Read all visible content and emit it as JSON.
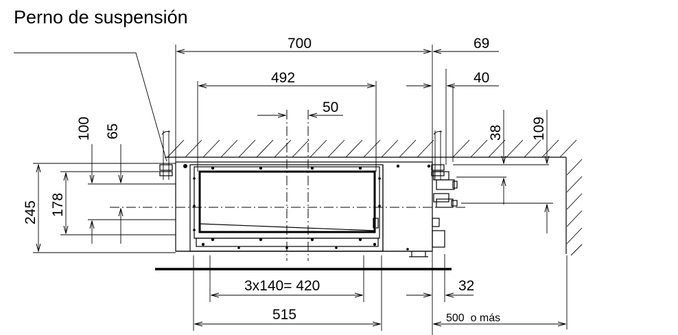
{
  "title": "Perno de suspensión",
  "dimensions": {
    "overall_width": "700",
    "right_offset": "69",
    "inner_width": "492",
    "right_offset_2": "40",
    "center_gap": "50",
    "left_height_100": "100",
    "left_height_65": "65",
    "right_height_38": "38",
    "right_height_109": "109",
    "total_height": "245",
    "opening_height": "178",
    "pitch": "3x140= 420",
    "bottom_right": "32",
    "bottom_width": "515",
    "clearance": "500  o más"
  }
}
